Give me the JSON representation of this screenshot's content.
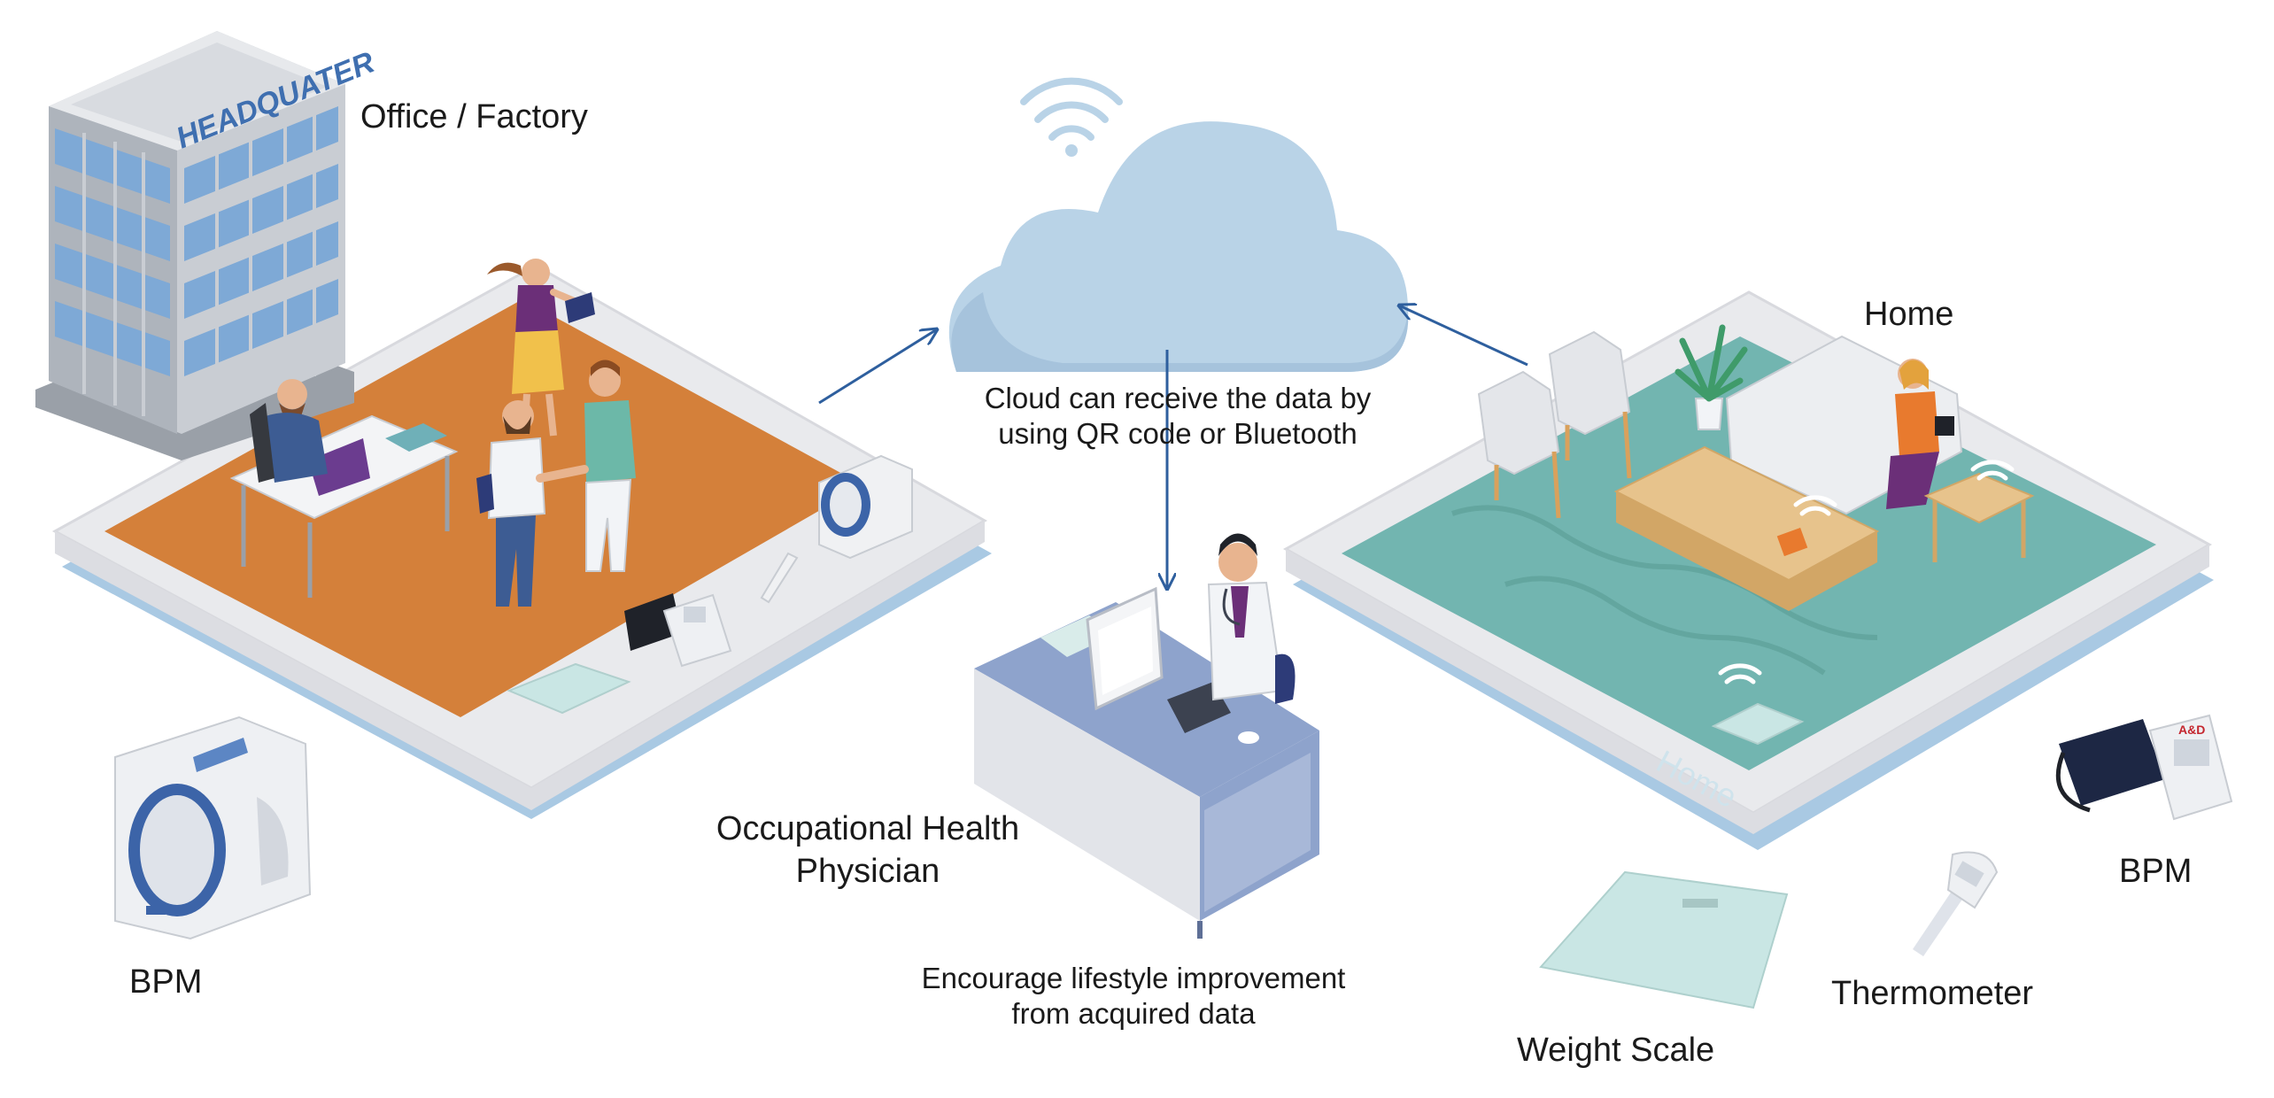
{
  "labels": {
    "office_factory": "Office / Factory",
    "home": "Home",
    "cloud_caption_line1": "Cloud can receive the data by",
    "cloud_caption_line2": "using QR code or Bluetooth",
    "physician_line1": "Occupational Health",
    "physician_line2": "Physician",
    "encourage_line1": "Encourage lifestyle improvement",
    "encourage_line2": "from acquired data",
    "bpm_left": "BPM",
    "bpm_right": "BPM",
    "thermometer": "Thermometer",
    "weight_scale": "Weight Scale"
  },
  "signage": {
    "building_sign": "HEADQUATER",
    "home_floor_text": "Home",
    "brand_mark": "A&D"
  },
  "colors": {
    "office_floor": "#d4803a",
    "home_floor": "#72b5b0",
    "cloud": "#b9d3e7",
    "platform": "#e9eaed",
    "platform_shadow": "#a9c9e3",
    "arrow": "#2e5f9e",
    "desk": "#8ea3cc"
  }
}
